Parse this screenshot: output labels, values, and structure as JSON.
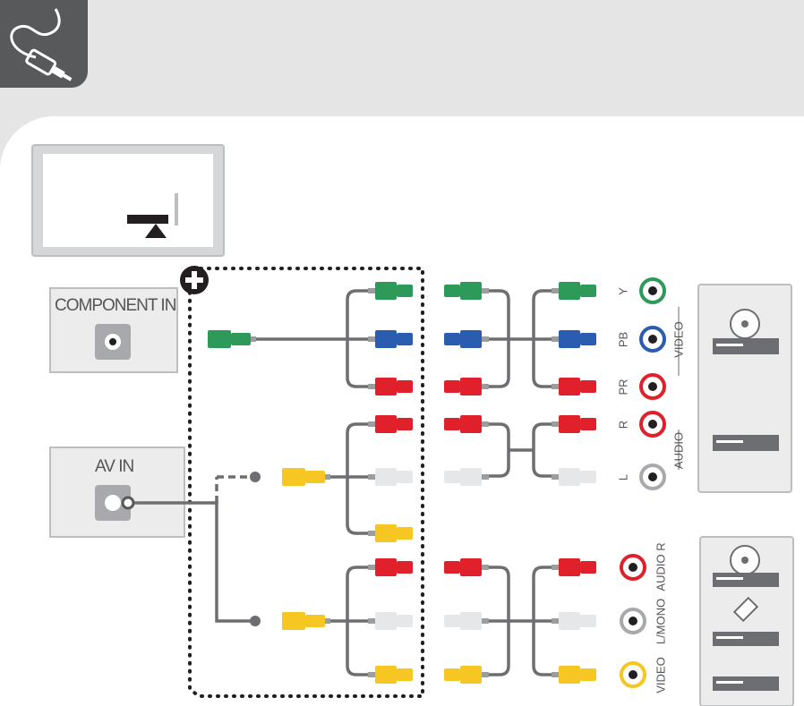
{
  "labels": {
    "component_in": "COMPONENT IN",
    "av_in": "AV IN"
  },
  "device_ports": {
    "video_ports": [
      "Y",
      "PB",
      "PR"
    ],
    "audio_ports": [
      "R",
      "L"
    ],
    "video_group": "VIDEO",
    "audio_group": "AUDIO"
  },
  "av_device_ports": {
    "audio_r": "AUDIO R",
    "l_mono": "L/MONO",
    "video": "VIDEO"
  },
  "icons": {
    "header": "cable-plug-icon",
    "plus": "plus-icon"
  },
  "colors": {
    "green": "#2e9a5a",
    "blue": "#2a5db0",
    "red": "#e0202a",
    "white": "#e8e8e8",
    "yellow": "#f6c623",
    "cable": "#6d6e71",
    "frame": "#bcbec0"
  }
}
